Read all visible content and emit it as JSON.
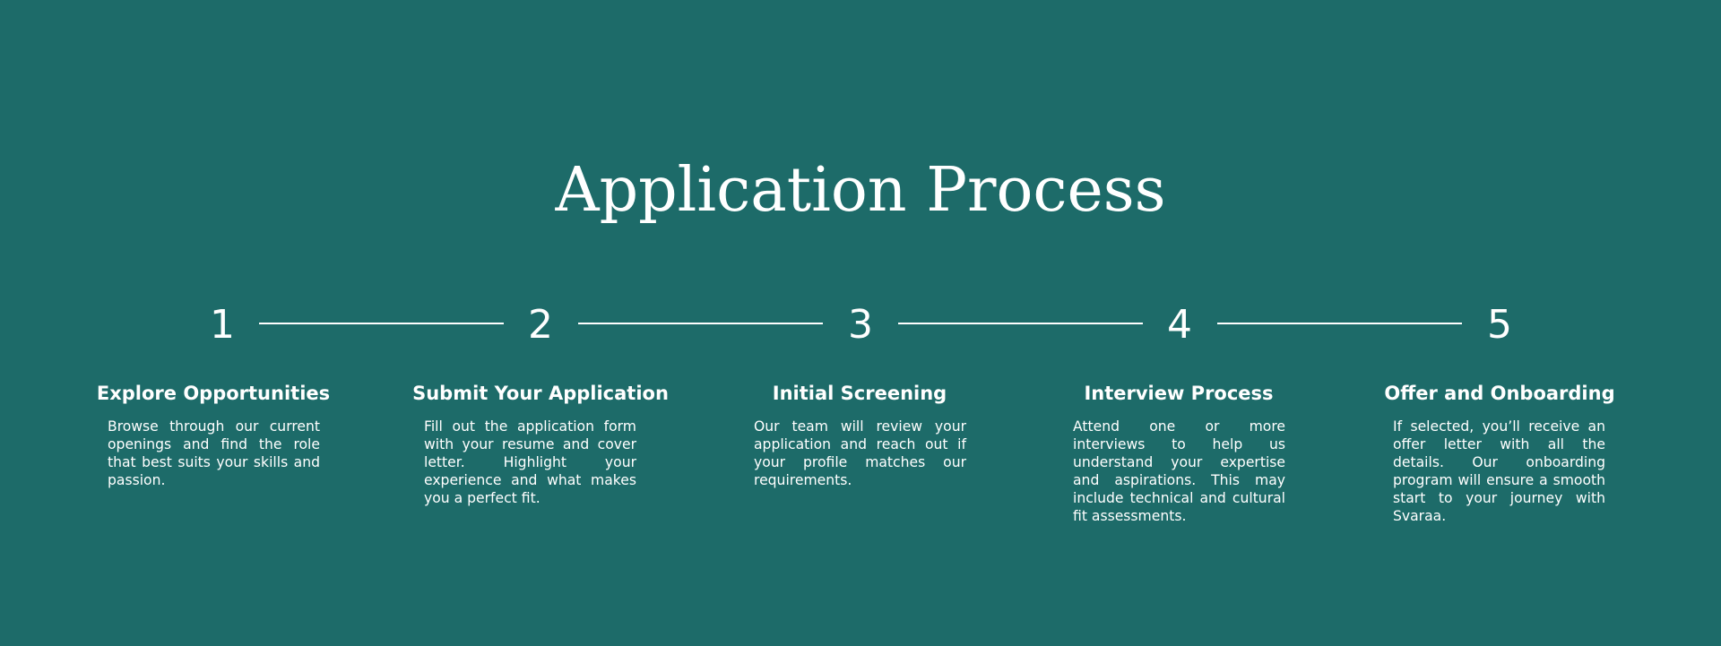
{
  "title": "Application Process",
  "steps": [
    {
      "number": "1",
      "title": "Explore Opportunities",
      "description": "Browse through our current openings and find the role that best suits your skills and passion."
    },
    {
      "number": "2",
      "title": "Submit Your Application",
      "description": "Fill out the application form with your resume and cover letter. Highlight your experience and what makes you a perfect fit."
    },
    {
      "number": "3",
      "title": "Initial Screening",
      "description": "Our team will review your application and reach out if your profile matches our requirements."
    },
    {
      "number": "4",
      "title": "Interview Process",
      "description": "Attend one or more interviews to help us understand your expertise and aspirations. This may include technical and cultural fit assessments."
    },
    {
      "number": "5",
      "title": "Offer and Onboarding",
      "description": "If selected, you’ll receive an offer letter with all the details. Our onboarding program will ensure a smooth start to your journey with Svaraa."
    }
  ],
  "colors": {
    "background": "#1d6b69",
    "text": "#ffffff"
  }
}
